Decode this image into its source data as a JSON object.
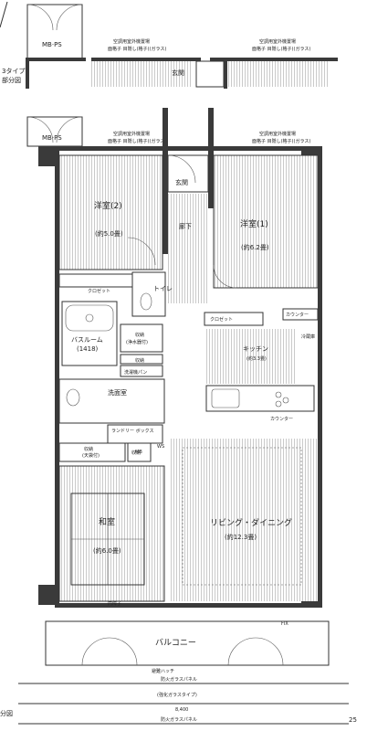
{
  "header": {
    "type_label_line1": "3タイプ",
    "type_label_line2": "部分図",
    "mbps_top": "MB·PS",
    "mbps_main": "MB·PS",
    "ac_left_top": "空調用室外機置場",
    "ac_left_top_sub": "面格子  目隠し(格子)(ガラス)",
    "ac_right_top": "空調用室外機置場",
    "ac_right_top_sub": "面格子  目隠し(格子)(ガラス)",
    "entrance_top": "玄関",
    "ac_left_main": "空調用室外機置場",
    "ac_left_main_sub": "面格子  目隠し(格子)(ガラス)",
    "ac_right_main": "空調用室外機置場",
    "ac_right_main_sub": "面格子  目隠し(格子)(ガラス)"
  },
  "rooms": {
    "western2_name": "洋室(2)",
    "western2_size": "(約5.0畳)",
    "western1_name": "洋室(1)",
    "western1_size": "(約6.2畳)",
    "entrance": "玄関",
    "hallway": "廊下",
    "closet_w2": "クロゼット",
    "toilet": "トイレ",
    "bathroom_name": "バスルーム",
    "bathroom_size": "(1418)",
    "storage1": "収納",
    "storage1_sub": "(浄水器付)",
    "storage2": "収納",
    "washer_pan": "洗濯機パン",
    "washroom": "洗面室",
    "closet_w1": "クロゼット",
    "counter_top": "カウンター",
    "kitchen_name": "キッチン",
    "kitchen_size": "(約3.3畳)",
    "counter_bottom": "カウンター",
    "laundry_box": "ランドリー ボックス",
    "storage3": "収納",
    "storage3_sub": "(天袋付)",
    "storage4": "収納",
    "japanese_name": "和室",
    "japanese_size": "(約6.0畳)",
    "living_name": "リビング・ダイニング",
    "living_size": "(約12.3畳)",
    "balcony": "バルコニー",
    "inner_sash": "内障子",
    "fix": "FIX",
    "ws": "WS",
    "mb": "MB",
    "fridge": "冷蔵庫"
  },
  "notes": {
    "emergency_hatch": "避難ハッチ",
    "glass_panel_top": "防火ガラスパネル",
    "glass_panel_mid": "(強化ガラスタイプ)",
    "dimension_total": "8,400",
    "glass_panel_bottom": "防火ガラスパネル",
    "partial_label": "分図",
    "page_number": "25"
  },
  "colors": {
    "wall": "#3a3a3a",
    "line": "#333333",
    "floor_stripe": "#bdbdbd"
  }
}
